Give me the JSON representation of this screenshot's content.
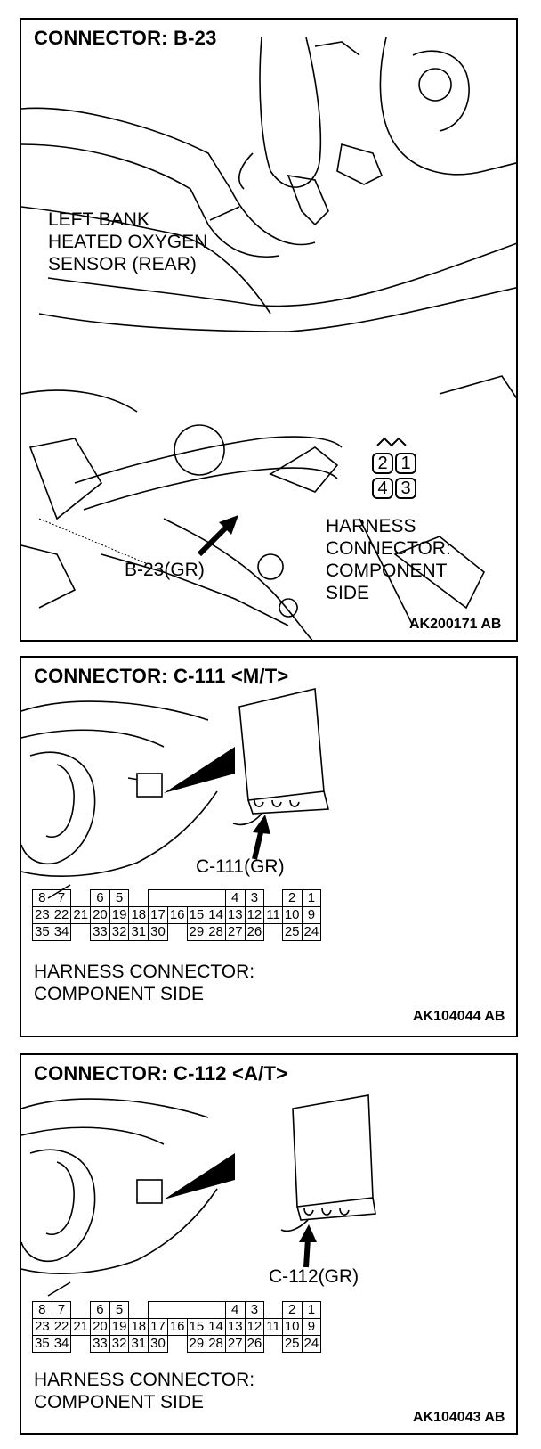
{
  "panel1": {
    "title": "CONNECTOR: B-23",
    "sensor_label_lines": [
      "LEFT BANK",
      "HEATED OXYGEN",
      "SENSOR (REAR)"
    ],
    "connector_callout": "B-23(GR)",
    "pins": [
      "2",
      "1",
      "4",
      "3"
    ],
    "side_label_lines": [
      "HARNESS",
      "CONNECTOR:",
      "COMPONENT",
      "SIDE"
    ],
    "code": "AK200171 AB"
  },
  "panel2": {
    "title": "CONNECTOR: C-111 <M/T>",
    "connector_callout": "C-111(GR)",
    "rows": [
      [
        "8",
        "7",
        "",
        "6",
        "5",
        "",
        "",
        "",
        "",
        "",
        "4",
        "3",
        "",
        "2",
        "1"
      ],
      [
        "23",
        "22",
        "21",
        "20",
        "19",
        "18",
        "17",
        "16",
        "15",
        "14",
        "13",
        "12",
        "11",
        "10",
        "9"
      ],
      [
        "35",
        "34",
        "",
        "33",
        "32",
        "31",
        "30",
        "",
        "29",
        "28",
        "27",
        "26",
        "",
        "25",
        "24"
      ]
    ],
    "side_label_lines": [
      "HARNESS CONNECTOR:",
      "COMPONENT SIDE"
    ],
    "code": "AK104044 AB"
  },
  "panel3": {
    "title": "CONNECTOR: C-112 <A/T>",
    "connector_callout": "C-112(GR)",
    "rows": [
      [
        "8",
        "7",
        "",
        "6",
        "5",
        "",
        "",
        "",
        "",
        "",
        "4",
        "3",
        "",
        "2",
        "1"
      ],
      [
        "23",
        "22",
        "21",
        "20",
        "19",
        "18",
        "17",
        "16",
        "15",
        "14",
        "13",
        "12",
        "11",
        "10",
        "9"
      ],
      [
        "35",
        "34",
        "",
        "33",
        "32",
        "31",
        "30",
        "",
        "29",
        "28",
        "27",
        "26",
        "",
        "25",
        "24"
      ]
    ],
    "side_label_lines": [
      "HARNESS CONNECTOR:",
      "COMPONENT SIDE"
    ],
    "code": "AK104043 AB"
  }
}
